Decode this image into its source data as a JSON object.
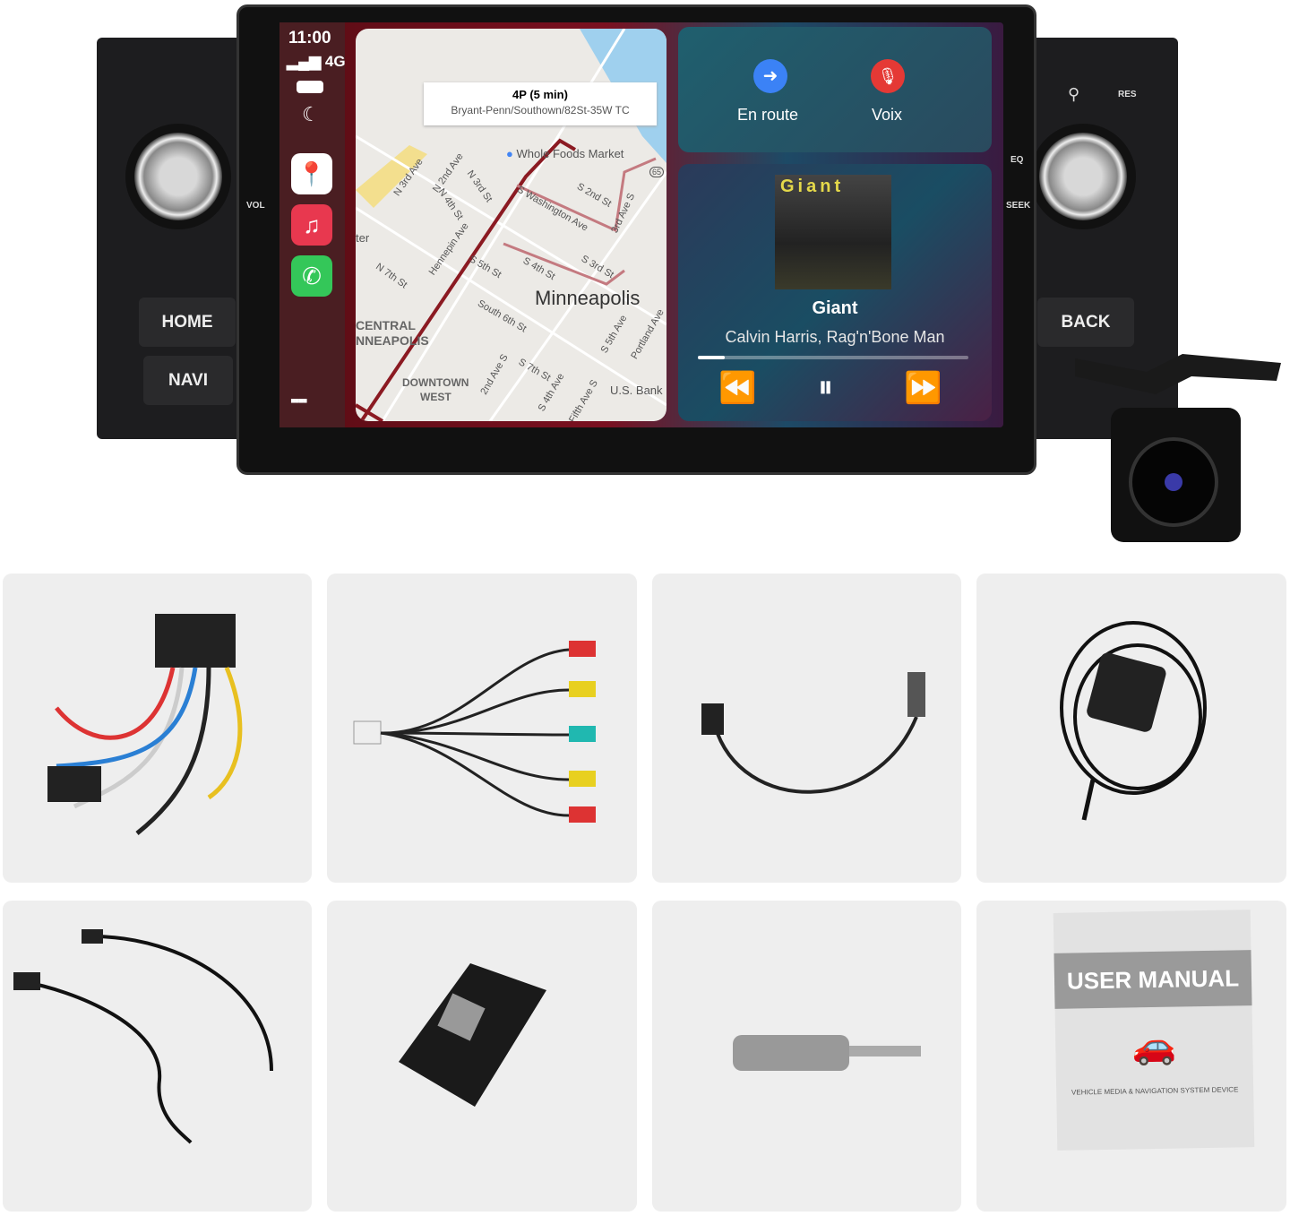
{
  "head_unit": {
    "buttons": {
      "home": "HOME",
      "navi": "NAVI",
      "back": "BACK"
    },
    "labels": {
      "vol": "VOL",
      "eq": "EQ",
      "seek": "SEEK",
      "res": "RES"
    }
  },
  "carplay": {
    "status": {
      "time": "11:00",
      "network": "4G"
    },
    "apps": [
      "maps",
      "music",
      "phone"
    ],
    "map": {
      "callout_title": "4P (5 min)",
      "callout_subtitle": "Bryant-Penn/Southown/82St-35W TC",
      "city": "Minneapolis",
      "poi": "Whole Foods Market",
      "districts": [
        "CENTRAL",
        "NNEAPOLIS",
        "DOWNTOWN",
        "WEST",
        "U.S. Bank"
      ],
      "streets": [
        "N 3rd Ave",
        "N 2nd Ave",
        "N 3rd St",
        "N 4th St",
        "S Washington Ave",
        "S 2nd St",
        "3rd Ave S",
        "Hennepin Ave",
        "S 5th St",
        "S 4th St",
        "S 3rd St",
        "N 7th St",
        "South 6th St",
        "S 5th Ave",
        "Portland Ave",
        "2nd Ave S",
        "S 7th St",
        "S 4th Ave",
        "Fifth Ave S",
        "ter",
        "65"
      ]
    },
    "widgets": {
      "en_route": "En route",
      "voice": "Voix"
    },
    "now_playing": {
      "title": "Giant",
      "artist": "Calvin Harris, Rag'n'Bone Man",
      "album_text": "Giant",
      "progress": 0.1
    }
  },
  "accessories": {
    "manual_title": "USER MANUAL",
    "manual_subtitle": "VEHICLE MEDIA & NAVIGATION SYSTEM DEVICE"
  },
  "colors": {
    "maps_blue": "#3b82f6",
    "voice_red": "#e53935",
    "route": "#8b1a22"
  }
}
